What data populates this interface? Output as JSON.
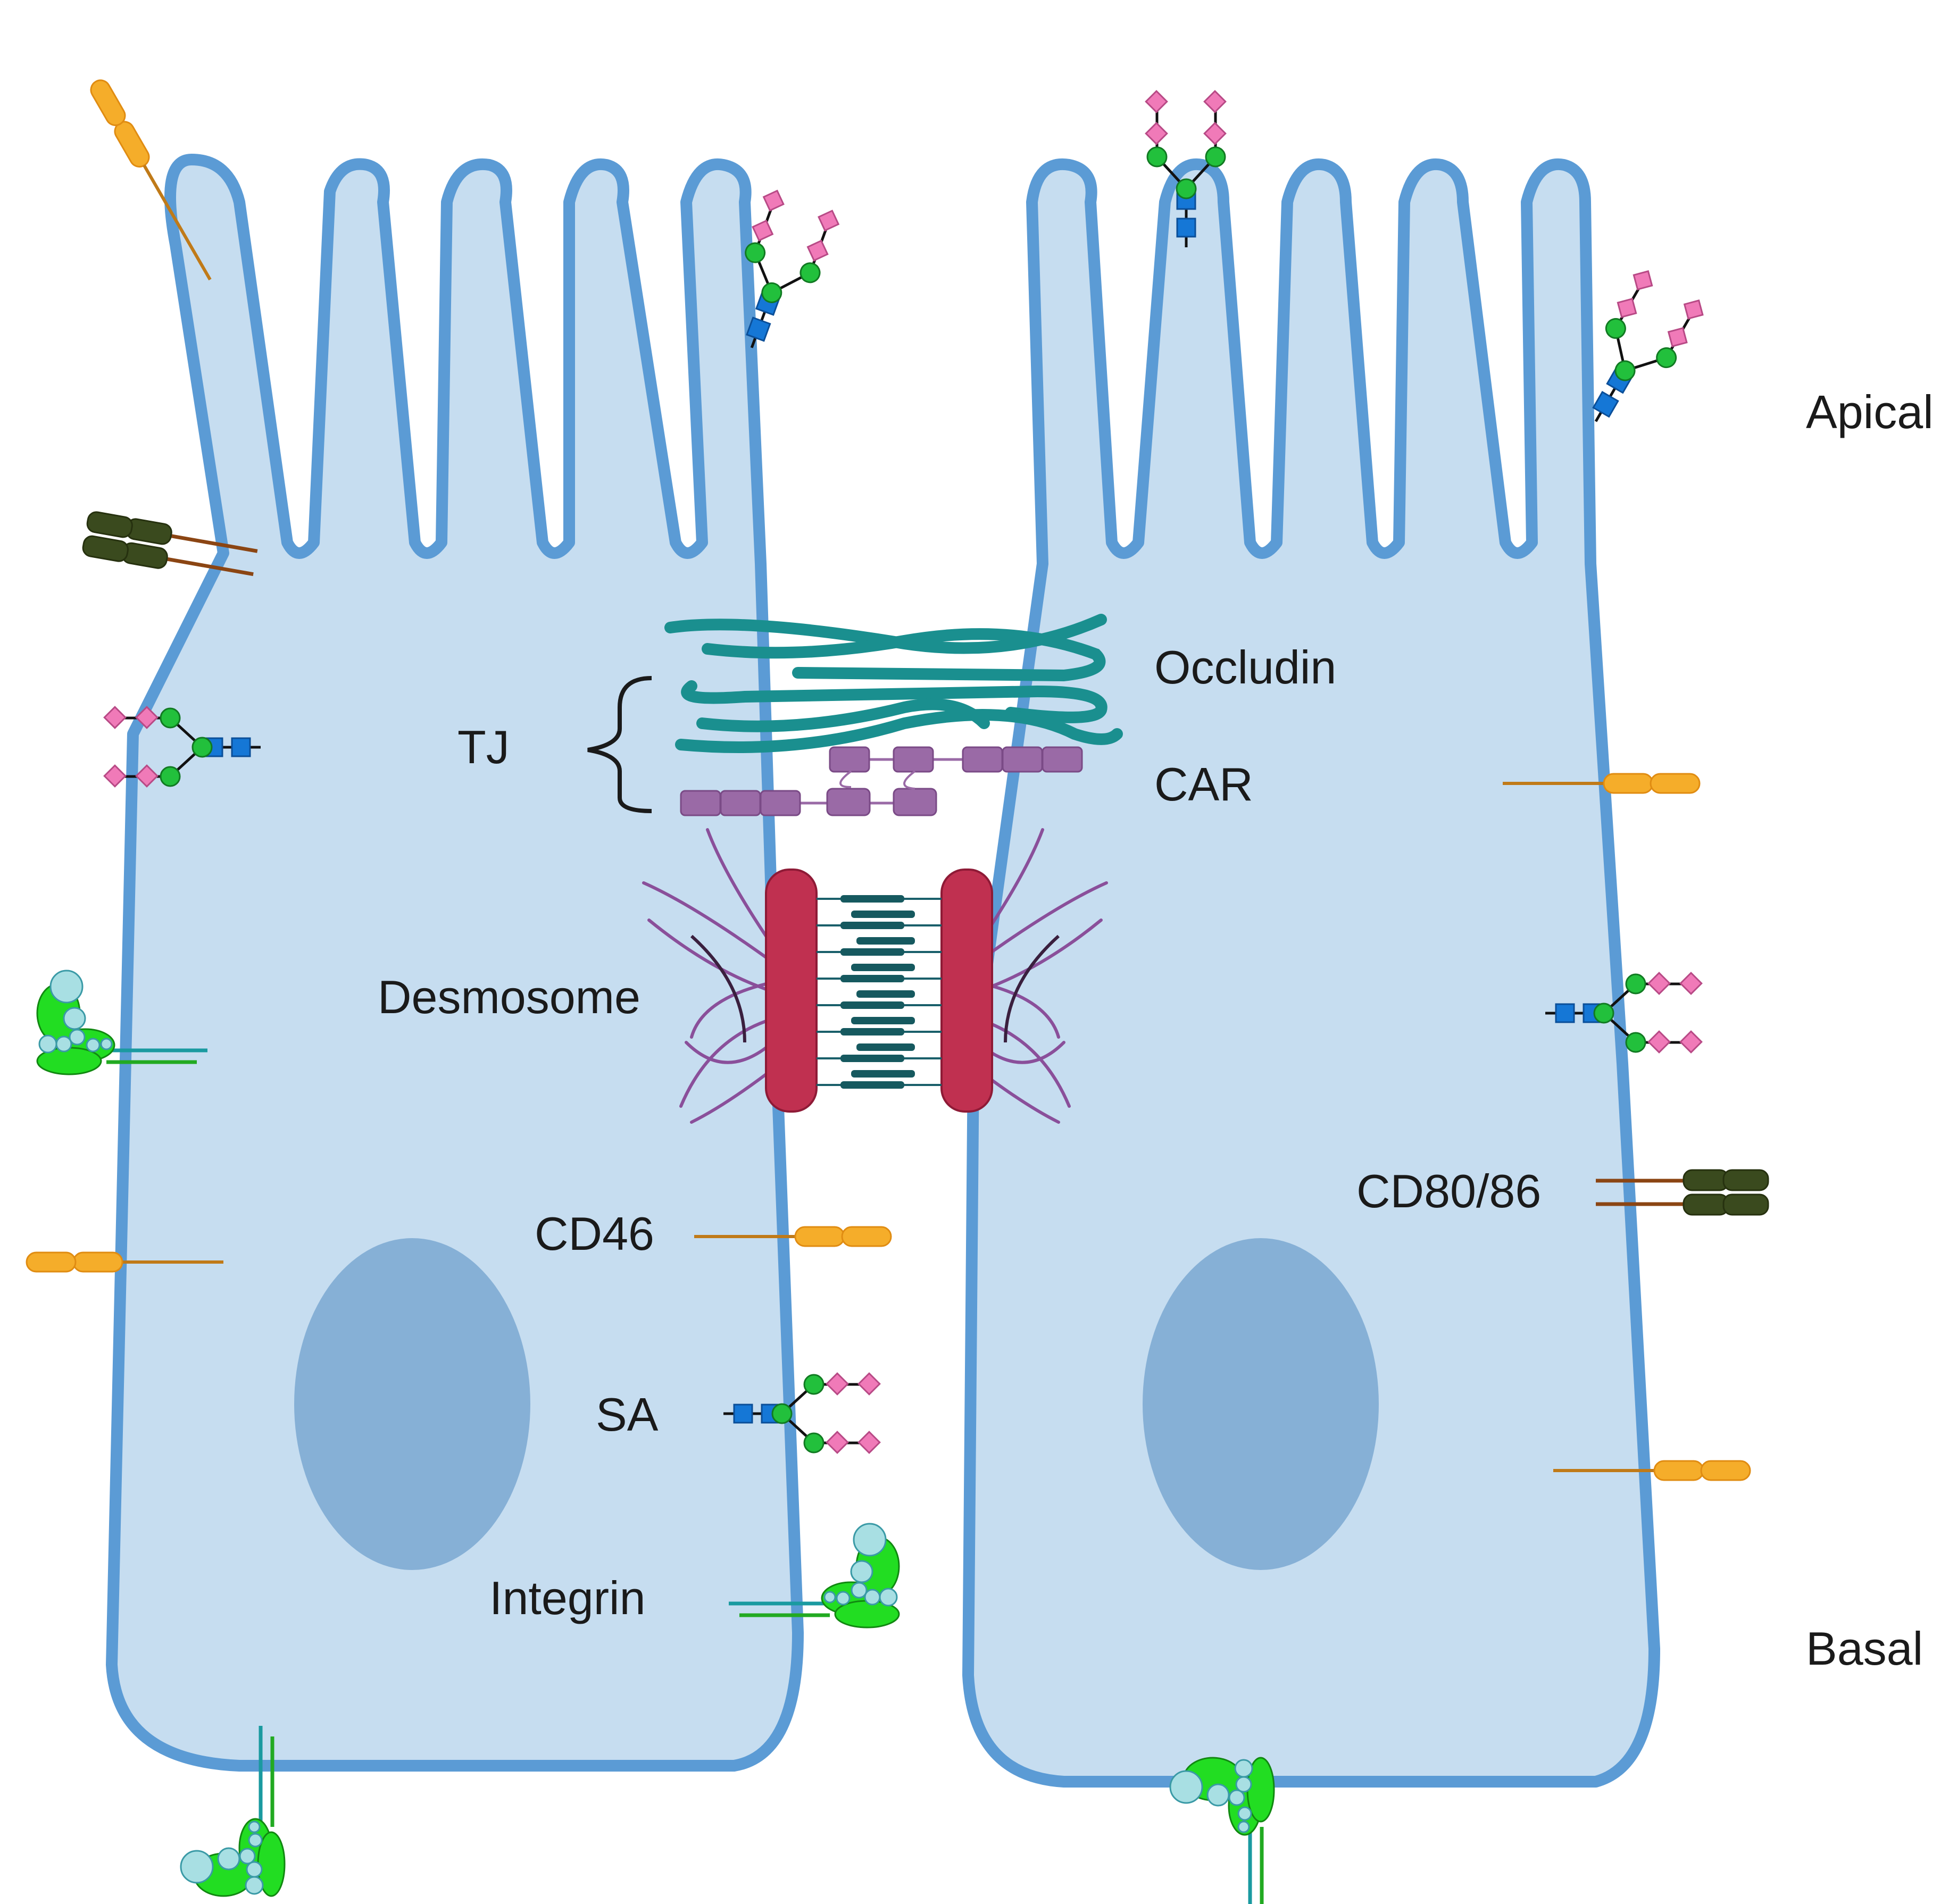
{
  "labels": {
    "apical": "Apical",
    "basal": "Basal",
    "occludin": "Occludin",
    "car": "CAR",
    "tj": "TJ",
    "desmosome": "Desmosome",
    "cd46": "CD46",
    "sa": "SA",
    "integrin": "Integrin",
    "cd80_86": "CD80/86"
  },
  "colors": {
    "cell_fill": "#c6ddf0",
    "cell_outline": "#5b9bd5",
    "nucleus": "#86b0d6",
    "occludin": "#1a8f8f",
    "car": "#9a6aa6",
    "desmosome_plaque": "#c03050",
    "desmosome_filament": "#8a4f9a",
    "cd46": "#f5ad2a",
    "cd80_86": "#3a4a1e",
    "sialic_blue": "#1577d6",
    "sialic_green": "#22c03c",
    "sialic_pink": "#f07ab8",
    "integrin_green": "#22dd22",
    "integrin_cyan": "#a8dfe3"
  }
}
